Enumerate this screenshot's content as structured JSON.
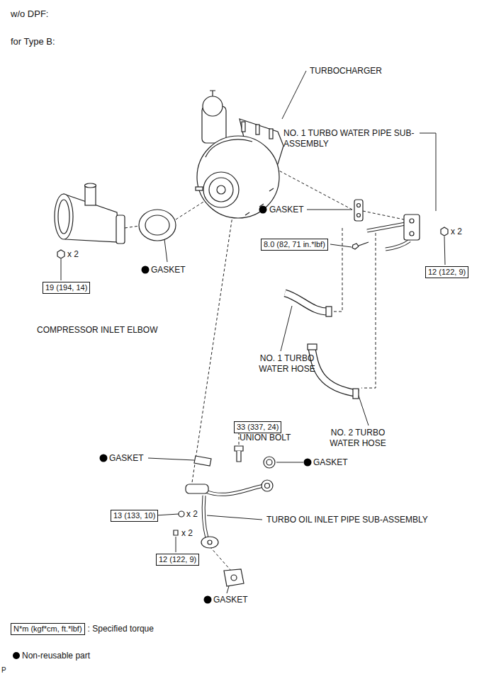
{
  "diagram": {
    "title": "w/o DPF:",
    "nodes": [
      {
        "text": [
          "8.0 (82, 71 in.*lbf)"
        ]
      },
      {
        "text": [
          "12 (122, 9)"
        ]
      },
      {
        "text": [
          "19 (194, 14)"
        ]
      },
      {
        "text": [
          "33 (337, 24)"
        ]
      },
      {
        "text": [
          "13 (133, 10)"
        ]
      },
      {
        "text": [
          "12 (122, 9)"
        ]
      },
      {
        "text": [
          "N*m (kgf*cm, ft.*lbf)"
        ]
      }
    ],
    "labels": [
      "for Type B:",
      "TURBOCHARGER",
      "NO. 1 TURBO WATER PIPE SUB-ASSEMBLY",
      "GASKET",
      "x 2",
      "x 2",
      "GASKET",
      "COMPRESSOR INLET ELBOW",
      "NO. 1 TURBO WATER HOSE",
      "NO. 2 TURBO WATER HOSE",
      "UNION BOLT",
      "GASKET",
      "GASKET",
      "x 2",
      "TURBO OIL INLET PIPE SUB-ASSEMBLY",
      "x 2",
      "GASKET",
      "P"
    ],
    "legend": [
      {
        "text": ": Specified torque"
      },
      {
        "text": "Non-reusable part",
        "color": "#000000"
      }
    ]
  }
}
